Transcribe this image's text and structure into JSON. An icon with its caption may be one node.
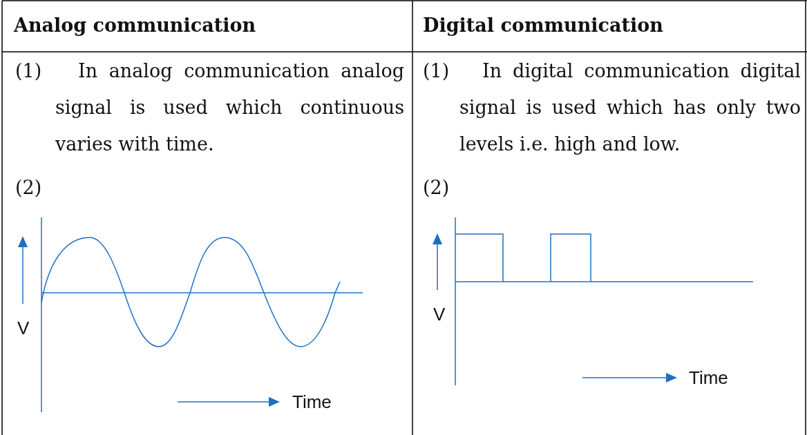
{
  "diagram": {
    "labels": [
      "Analog communication",
      "Digital communication",
      "(1)",
      "In analog communication analog signal is used which continuous varies with time.",
      "(2)",
      "V",
      "Time",
      "(1)",
      "In digital communication digital signal is used which has only two levels i.e. high and low.",
      "(2)",
      "V",
      "Time"
    ]
  }
}
